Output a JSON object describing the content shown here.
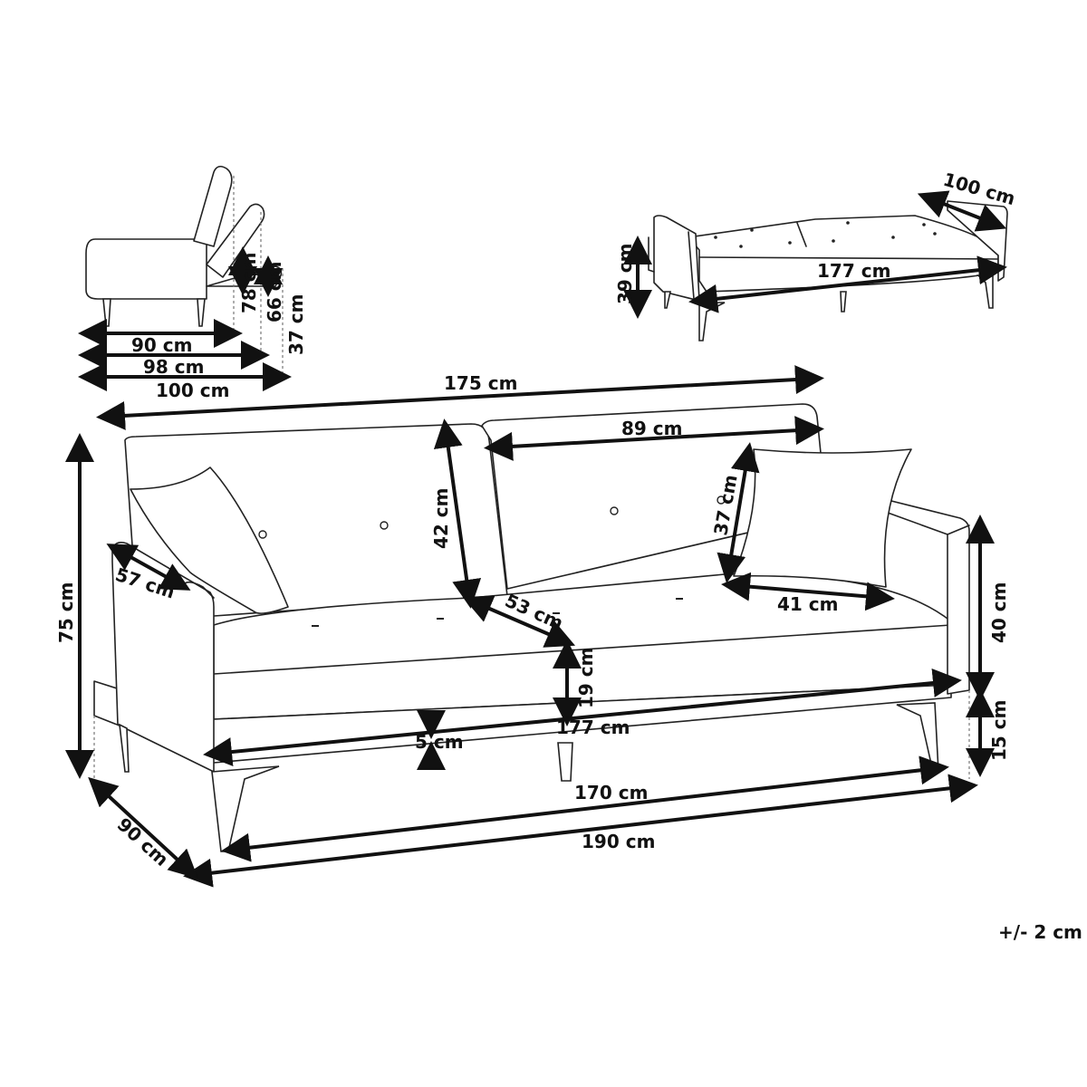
{
  "side_view": {
    "depth_labels": [
      "90 cm",
      "98 cm",
      "100 cm"
    ],
    "height_labels": [
      "78 cm",
      "66 cm",
      "37 cm"
    ]
  },
  "bed_view": {
    "width_label": "100 cm",
    "length_label": "177 cm",
    "height_label": "39 cm"
  },
  "front_view": {
    "total_width": "175 cm",
    "back_cushion_width": "89 cm",
    "back_height": "42 cm",
    "pillow_height": "37 cm",
    "pillow_width": "41 cm",
    "armrest_depth": "57 cm",
    "seat_depth": "53 cm",
    "seat_thickness": "19 cm",
    "total_height": "75 cm",
    "arm_height": "40 cm",
    "leg_height": "15 cm",
    "base_thickness": "5 cm",
    "seat_width": "177 cm",
    "inner_width": "170 cm",
    "outer_width": "190 cm",
    "depth": "90 cm"
  },
  "tolerance": "+/- 2 cm"
}
